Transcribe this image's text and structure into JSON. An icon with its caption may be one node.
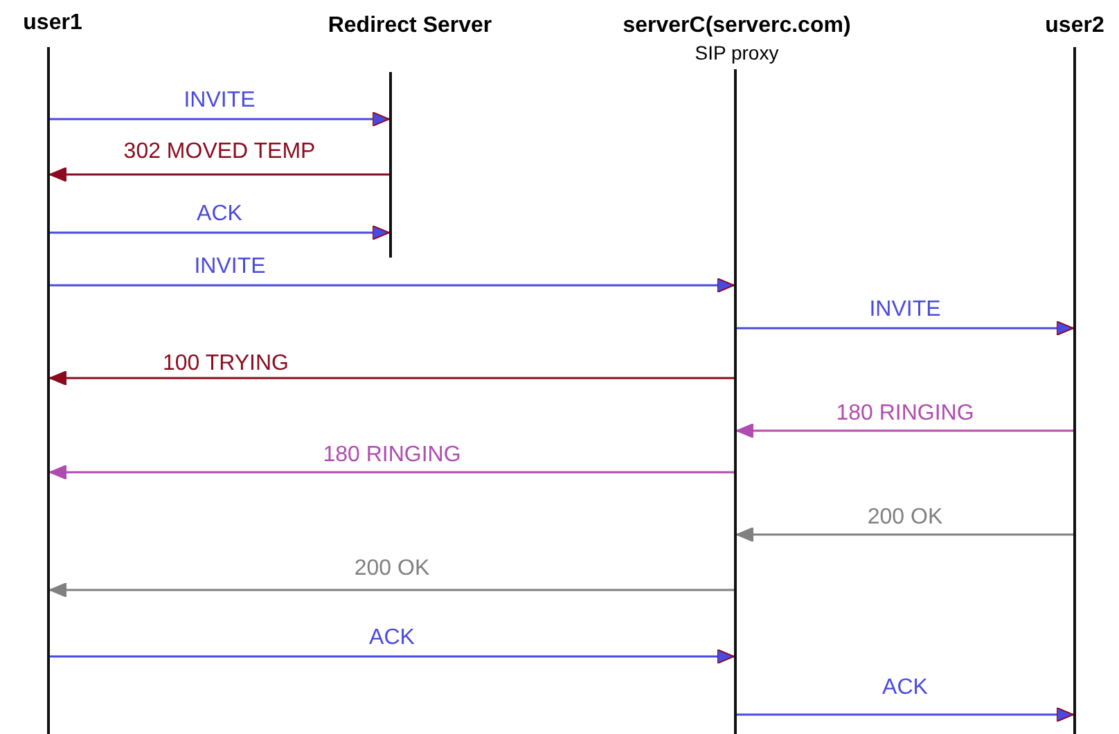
{
  "diagram": {
    "nodes": [
      {
        "text": [
          "user1"
        ]
      },
      {
        "text": [
          "Redirect Server"
        ]
      },
      {
        "text": [
          "serverC(serverc.com)",
          "SIP proxy"
        ]
      },
      {
        "text": [
          "user2"
        ]
      }
    ],
    "edges": [
      {
        "from": 0,
        "to": 1,
        "arrow": "to",
        "label": "INVITE"
      },
      {
        "from": 1,
        "to": 0,
        "arrow": "to",
        "label": "302 MOVED TEMP",
        "color": "#8b0a1e"
      },
      {
        "from": 0,
        "to": 1,
        "arrow": "to",
        "label": "ACK"
      },
      {
        "from": 0,
        "to": 2,
        "arrow": "to",
        "label": "INVITE"
      },
      {
        "from": 2,
        "to": 3,
        "arrow": "to",
        "label": "INVITE"
      },
      {
        "from": 2,
        "to": 0,
        "arrow": "to",
        "label": "100 TRYING",
        "color": "#8b0a1e"
      },
      {
        "from": 3,
        "to": 2,
        "arrow": "to",
        "label": "180 RINGING",
        "color": "#b04cb0"
      },
      {
        "from": 2,
        "to": 0,
        "arrow": "to",
        "label": "180 RINGING",
        "color": "#b04cb0"
      },
      {
        "from": 3,
        "to": 2,
        "arrow": "to",
        "label": "200 OK",
        "color": "#808080"
      },
      {
        "from": 2,
        "to": 0,
        "arrow": "to",
        "label": "200 OK",
        "color": "#808080"
      },
      {
        "from": 0,
        "to": 2,
        "arrow": "to",
        "label": "ACK"
      },
      {
        "from": 2,
        "to": 3,
        "arrow": "to",
        "label": "ACK"
      }
    ]
  }
}
